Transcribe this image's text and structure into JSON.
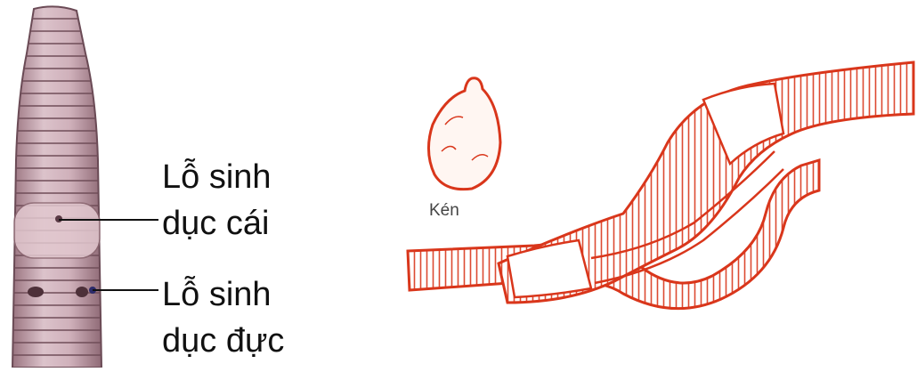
{
  "labels": {
    "female_pore_line1": "Lỗ sinh",
    "female_pore_line2": "dục cái",
    "male_pore_line1": "Lỗ sinh",
    "male_pore_line2": "dục đực",
    "cocoon": "Kén"
  },
  "colors": {
    "worm_body": "#c9a9b4",
    "worm_ring": "#8a6670",
    "clitellum": "#d9bcc4",
    "mating_outline": "#d9361b",
    "leader_line": "#111111"
  }
}
